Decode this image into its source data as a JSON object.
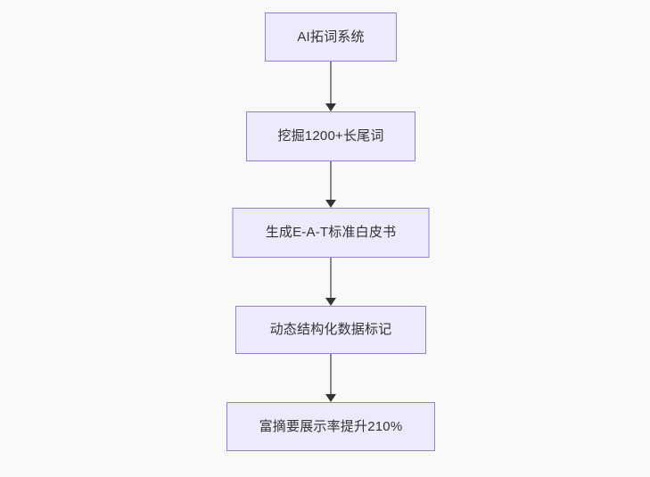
{
  "diagram": {
    "type": "flowchart",
    "orientation": "top-to-bottom",
    "background_color": "#f9f9f9",
    "node_fill_color": "#eceafb",
    "node_border_color": "#9a7dd8",
    "node_text_color": "#333333",
    "edge_line_color": "#888888",
    "edge_arrow_color": "#333333",
    "nodes": [
      {
        "id": "n0",
        "label": "AI拓词系统"
      },
      {
        "id": "n1",
        "label": "挖掘1200+长尾词"
      },
      {
        "id": "n2",
        "label": "生成E-A-T标准白皮书"
      },
      {
        "id": "n3",
        "label": "动态结构化数据标记"
      },
      {
        "id": "n4",
        "label": "富摘要展示率提升210%"
      }
    ],
    "edges": [
      {
        "from": "n0",
        "to": "n1",
        "arrow": "down-arrow-icon"
      },
      {
        "from": "n1",
        "to": "n2",
        "arrow": "down-arrow-icon"
      },
      {
        "from": "n2",
        "to": "n3",
        "arrow": "down-arrow-icon"
      },
      {
        "from": "n3",
        "to": "n4",
        "arrow": "down-arrow-icon"
      }
    ]
  }
}
